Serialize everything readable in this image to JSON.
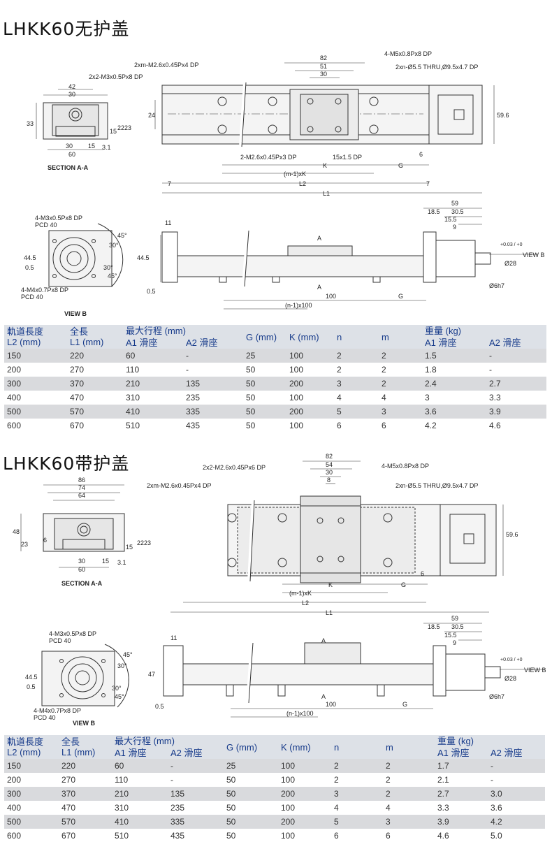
{
  "sections": [
    {
      "title": "LHKK60无护盖",
      "labels": {
        "callout_tap_top": "2xm-M2.6x0.45Px4 DP",
        "callout_tap_side": "2x2-M3x0.5Px8 DP",
        "callout_slide_tap": "4-M5x0.8Px8 DP",
        "callout_thru": "2xn-Ø5.5 THRU,Ø9.5x4.7 DP",
        "callout_tap_bottom": "2-M2.6x0.45Px3 DP",
        "callout_slot": "15x1.5 DP",
        "section_label": "SECTION A-A",
        "view_label": "VIEW B",
        "view_arrow_label": "VIEW B",
        "flange_tap1": "4-M3x0.5Px8 DP",
        "pcd1": "PCD 40",
        "flange_tap2": "4-M4x0.7Px8 DP",
        "pcd2": "PCD 40",
        "dim_k": "K",
        "dim_g": "G",
        "dim_mk": "(m-1)xK",
        "dim_l2": "L2",
        "dim_l1": "L1",
        "dim_nk": "(n-1)x100",
        "dim_100": "100",
        "dim_g2": "G",
        "section_a": "A",
        "dims": {
          "d82": "82",
          "d51": "51",
          "d30": "30",
          "d59_6": "59.6",
          "d24": "24",
          "d42": "42",
          "d30b": "30",
          "d33": "33",
          "d15": "15",
          "d22": "22",
          "d23": "23",
          "d30c": "30",
          "d15b": "15",
          "d3_1": "3.1",
          "d60": "60",
          "d7a": "7",
          "d7b": "7",
          "d6": "6",
          "d11": "11",
          "d44_5a": "44.5",
          "d0_5a": "0.5",
          "d44_5b": "44.5",
          "d0_5b": "0.5",
          "d59": "59",
          "d18_5": "18.5",
          "d30_5": "30.5",
          "d15_5": "15.5",
          "d9": "9",
          "d28": "Ø28",
          "d28tol": "+0.03 / +0",
          "d6h7": "Ø6h7",
          "a30": "30°",
          "a45": "45°",
          "a30b": "30°",
          "a45b": "45°"
        }
      },
      "table": {
        "headers": {
          "l2_top": "軌道長度",
          "l2_bottom": "L2 (mm)",
          "l1_top": "全長",
          "l1_bottom": "L1 (mm)",
          "stroke": "最大行程 (mm)",
          "a1": "A1 滑座",
          "a2": "A2 滑座",
          "g": "G (mm)",
          "k": "K (mm)",
          "n": "n",
          "m": "m",
          "weight": "重量 (kg)",
          "w1": "A1 滑座",
          "w2": "A2 滑座"
        },
        "rows": [
          [
            "150",
            "220",
            " 60",
            "-",
            "25",
            "100",
            "2",
            "2",
            "1.5",
            "-"
          ],
          [
            "200",
            "270",
            "110",
            "-",
            "50",
            "100",
            "2",
            "2",
            "1.8",
            "-"
          ],
          [
            "300",
            "370",
            "210",
            "135",
            "50",
            "200",
            "3",
            "2",
            "2.4",
            "2.7"
          ],
          [
            "400",
            "470",
            "310",
            "235",
            "50",
            "100",
            "4",
            "4",
            "3",
            "3.3"
          ],
          [
            "500",
            "570",
            "410",
            "335",
            "50",
            "200",
            "5",
            "3",
            "3.6",
            "3.9"
          ],
          [
            "600",
            "670",
            "510",
            "435",
            "50",
            "100",
            "6",
            "6",
            "4.2",
            "4.6"
          ]
        ]
      }
    },
    {
      "title": "LHKK60带护盖",
      "labels": {
        "callout_tap_top": "2xm-M2.6x0.45Px4 DP",
        "callout_tap_side": "2x2-M2.6x0.45Px6 DP",
        "callout_slide_tap": "4-M5x0.8Px8 DP",
        "callout_thru": "2xn-Ø5.5 THRU,Ø9.5x4.7 DP",
        "callout_tap_bottom": "",
        "callout_slot": "",
        "section_label": "SECTION A-A",
        "view_label": "VIEW B",
        "view_arrow_label": "VIEW B",
        "flange_tap1": "4-M3x0.5Px8 DP",
        "pcd1": "PCD 40",
        "flange_tap2": "4-M4x0.7Px8 DP",
        "pcd2": "PCD 40",
        "dim_k": "K",
        "dim_g": "G",
        "dim_mk": "(m-1)xK",
        "dim_l2": "L2",
        "dim_l1": "L1",
        "dim_nk": "(n-1)x100",
        "dim_100": "100",
        "dim_g2": "G",
        "section_a": "A",
        "dims": {
          "d82": "82",
          "d51": "54",
          "d30": "30",
          "d8": "8",
          "d59_6": "59.6",
          "d24": "",
          "d42": "86",
          "d30b": "74",
          "d64": "64",
          "d33": "48",
          "d15": "15",
          "d22": "22",
          "d23": "23",
          "d23b": "23",
          "d6b": "6",
          "d30c": "30",
          "d15b": "15",
          "d3_1": "3.1",
          "d60": "60",
          "d7a": "",
          "d7b": "",
          "d6": "6",
          "d11": "11",
          "d44_5a": "44.5",
          "d0_5a": "0.5",
          "d44_5b": "47",
          "d0_5b": "0.5",
          "d59": "59",
          "d18_5": "18.5",
          "d30_5": "30.5",
          "d15_5": "15.5",
          "d9": "9",
          "d28": "Ø28",
          "d28tol": "+0.03 / +0",
          "d6h7": "Ø6h7",
          "a30": "30°",
          "a45": "45°",
          "a30b": "30°",
          "a45b": "45°"
        }
      },
      "table": {
        "headers": {
          "l2_top": "軌道長度",
          "l2_bottom": "L2 (mm)",
          "l1_top": "全長",
          "l1_bottom": "L1 (mm)",
          "stroke": "最大行程 (mm)",
          "a1": "A1 滑座",
          "a2": "A2 滑座",
          "g": "G (mm)",
          "k": "K (mm)",
          "n": "n",
          "m": "m",
          "weight": "重量 (kg)",
          "w1": "A1 滑座",
          "w2": "A2 滑座"
        },
        "rows": [
          [
            "150",
            "220",
            " 60",
            "-",
            "25",
            "100",
            "2",
            "2",
            "1.7",
            "-"
          ],
          [
            "200",
            "270",
            "110",
            "-",
            "50",
            "100",
            "2",
            "2",
            "2.1",
            "-"
          ],
          [
            "300",
            "370",
            "210",
            "135",
            "50",
            "200",
            "3",
            "2",
            "2.7",
            "3.0"
          ],
          [
            "400",
            "470",
            "310",
            "235",
            "50",
            "100",
            "4",
            "4",
            "3.3",
            "3.6"
          ],
          [
            "500",
            "570",
            "410",
            "335",
            "50",
            "200",
            "5",
            "3",
            "3.9",
            "4.2"
          ],
          [
            "600",
            "670",
            "510",
            "435",
            "50",
            "100",
            "6",
            "6",
            "4.6",
            "5.0"
          ]
        ]
      }
    }
  ]
}
